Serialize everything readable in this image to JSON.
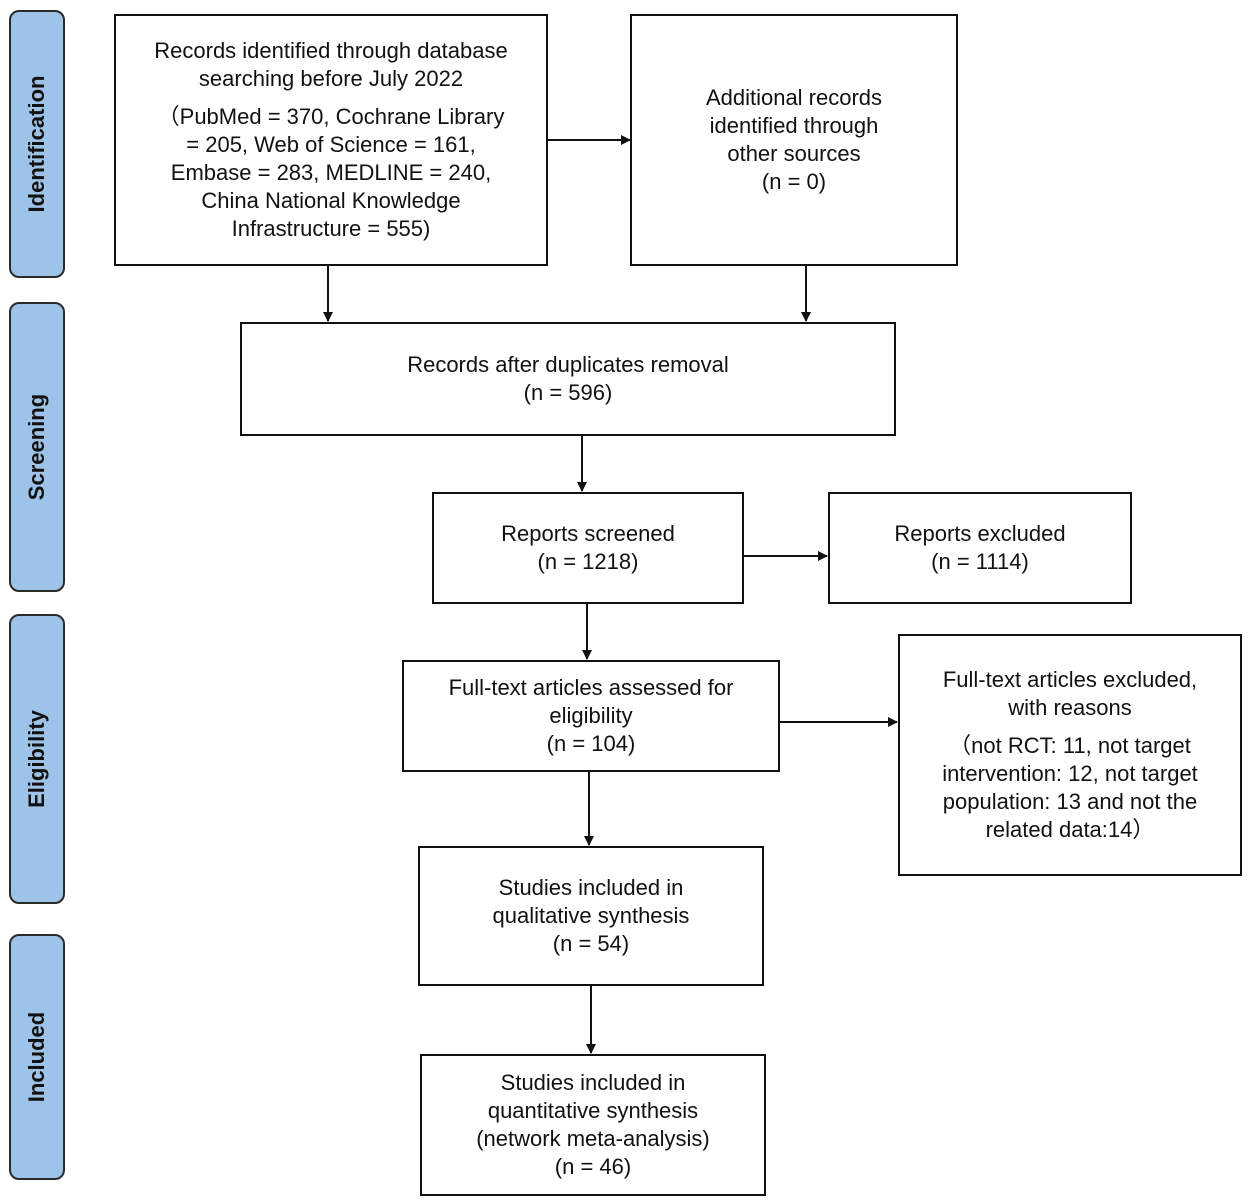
{
  "phases": {
    "identification": "Identification",
    "screening": "Screening",
    "eligibility": "Eligibility",
    "included": "Included"
  },
  "boxes": {
    "db_search": {
      "lines": [
        "Records identified through database",
        "searching before July 2022"
      ],
      "detail": [
        "（PubMed = 370, Cochrane Library",
        "= 205, Web of Science = 161,",
        "Embase = 283, MEDLINE = 240,",
        "China National Knowledge",
        "Infrastructure = 555)"
      ]
    },
    "other_sources": {
      "lines": [
        "Additional records",
        "identified through",
        "other sources",
        "(n = 0)"
      ]
    },
    "after_duplicates": {
      "lines": [
        "Records after duplicates removal",
        "(n = 596)"
      ]
    },
    "screened": {
      "lines": [
        "Reports screened",
        "(n = 1218)"
      ]
    },
    "excluded_reports": {
      "lines": [
        "Reports excluded",
        "(n = 1114)"
      ]
    },
    "fulltext_assessed": {
      "lines": [
        "Full-text articles assessed for",
        "eligibility",
        "(n = 104)"
      ]
    },
    "fulltext_excluded": {
      "lines": [
        "Full-text articles excluded,",
        "with reasons"
      ],
      "detail": [
        "（not RCT: 11, not target",
        "intervention: 12, not target",
        "population: 13 and not the",
        "related data:14）"
      ]
    },
    "qualitative": {
      "lines": [
        "Studies included in",
        "qualitative synthesis",
        "(n = 54)"
      ]
    },
    "quantitative": {
      "lines": [
        "Studies included in",
        "quantitative synthesis",
        "(network meta-analysis)",
        "(n = 46)"
      ]
    }
  }
}
